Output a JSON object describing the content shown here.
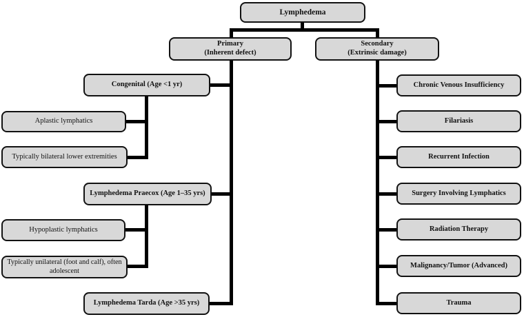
{
  "diagram": {
    "root": {
      "label": "Lymphedema"
    },
    "primary": {
      "label": "Primary",
      "sublabel": "(Inherent defect)",
      "children": [
        {
          "label": "Congenital (Age <1 yr)",
          "details": [
            "Aplastic lymphatics",
            "Typically bilateral lower extremities"
          ]
        },
        {
          "label": "Lymphedema Praecox (Age 1–35 yrs)",
          "details": [
            "Hypoplastic lymphatics",
            "Typically unilateral (foot and calf), often adolescent"
          ]
        },
        {
          "label": "Lymphedema Tarda (Age >35 yrs)",
          "details": []
        }
      ]
    },
    "secondary": {
      "label": "Secondary",
      "sublabel": "(Extrinsic damage)",
      "children": [
        {
          "label": "Chronic Venous Insufficiency"
        },
        {
          "label": "Filariasis"
        },
        {
          "label": "Recurrent Infection"
        },
        {
          "label": "Surgery Involving Lymphatics"
        },
        {
          "label": "Radiation Therapy"
        },
        {
          "label": "Malignancy/Tumor (Advanced)"
        },
        {
          "label": "Trauma"
        }
      ]
    },
    "colors": {
      "box_fill": "#d8d8d8",
      "box_border": "#111111",
      "line": "#000000",
      "background": "#ffffff"
    }
  }
}
